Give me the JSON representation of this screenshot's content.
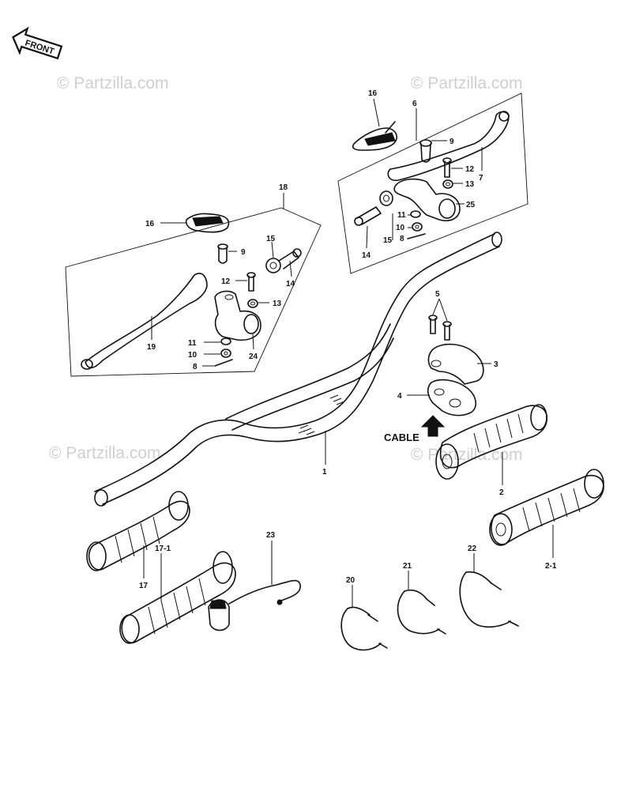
{
  "watermarks": [
    "© Partzilla.com",
    "© Partzilla.com",
    "© Partzilla.com",
    "© Partzilla.com"
  ],
  "front_badge": "FRONT",
  "cable_label": "CABLE",
  "labels": {
    "l1": "1",
    "l2": "2",
    "l2_1": "2-1",
    "l3": "3",
    "l4": "4",
    "l5": "5",
    "l6": "6",
    "l7": "7",
    "l8a": "8",
    "l8b": "8",
    "l9a": "9",
    "l9b": "9",
    "l10a": "10",
    "l10b": "10",
    "l11a": "11",
    "l11b": "11",
    "l12a": "12",
    "l12b": "12",
    "l13a": "13",
    "l13b": "13",
    "l14a": "14",
    "l14b": "14",
    "l15a": "15",
    "l15b": "15",
    "l16a": "16",
    "l16b": "16",
    "l17": "17",
    "l17_1": "17-1",
    "l18": "18",
    "l19": "19",
    "l20": "20",
    "l21": "21",
    "l22": "22",
    "l23": "23",
    "l24": "24",
    "l25": "25"
  }
}
